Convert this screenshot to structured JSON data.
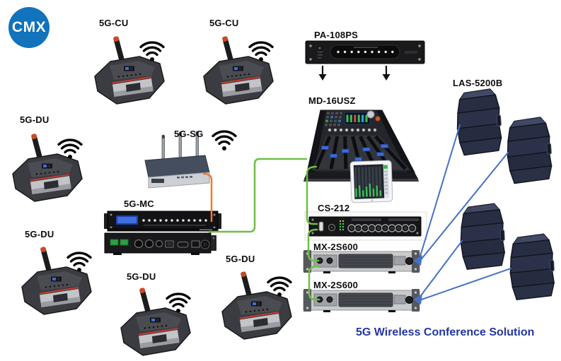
{
  "logo": {
    "text": "CMX"
  },
  "title": {
    "text": "5G Wireless Conference Solution"
  },
  "devices": {
    "cu1": {
      "label": "5G-CU"
    },
    "cu2": {
      "label": "5G-CU"
    },
    "du1": {
      "label": "5G-DU"
    },
    "du2": {
      "label": "5G-DU"
    },
    "du3": {
      "label": "5G-DU"
    },
    "du4": {
      "label": "5G-DU"
    },
    "sg": {
      "label": "5G-SG"
    },
    "mc": {
      "label": "5G-MC"
    },
    "pa": {
      "label": "PA-108PS"
    },
    "md": {
      "label": "MD-16USZ"
    },
    "cs": {
      "label": "CS-212"
    },
    "mx1": {
      "label": "MX-2S600"
    },
    "mx2": {
      "label": "MX-2S600"
    },
    "las": {
      "label": "LAS-5200B"
    }
  },
  "colors": {
    "logo_blue": "#1173BB",
    "title_blue": "#2336A0",
    "line_orange": "#ED7D31",
    "line_green": "#6FBE45",
    "line_blue": "#4472C4"
  }
}
